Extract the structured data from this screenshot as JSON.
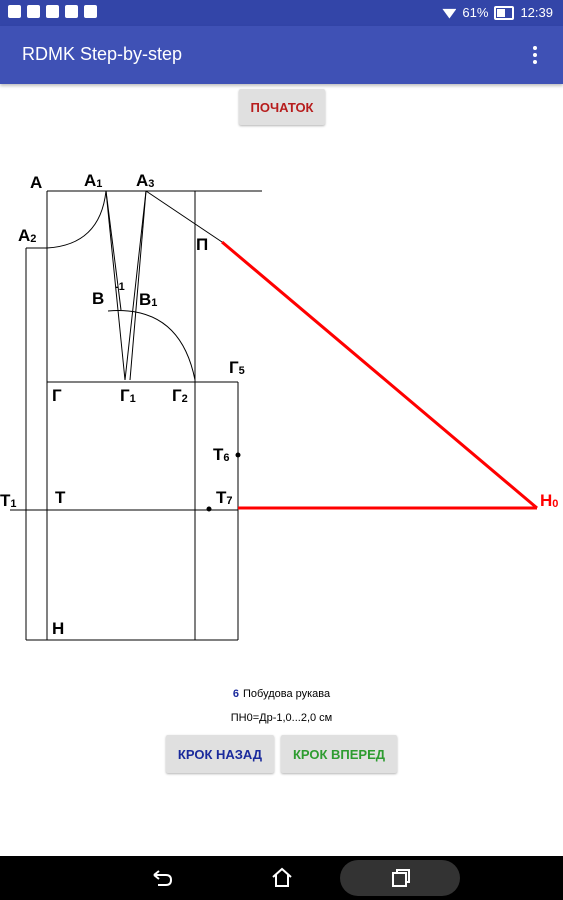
{
  "status_bar": {
    "battery": "61%",
    "time": "12:39"
  },
  "app_bar": {
    "title": "RDMK Step-by-step",
    "menu_icon": "more-vert-icon"
  },
  "buttons": {
    "start": "ПОЧАТОК",
    "back": "КРОК НАЗАД",
    "forward": "КРОК ВПЕРЕД"
  },
  "diagram": {
    "labels": {
      "A": "А",
      "A1": "А",
      "A1_sub": "1",
      "A3": "А",
      "A3_sub": "3",
      "A2": "А",
      "A2_sub": "2",
      "P": "П",
      "V": "В",
      "V1": "В",
      "V1_sub": "1",
      "minus1": "-1",
      "G5": "Г",
      "G5_sub": "5",
      "G": "Г",
      "G1": "Г",
      "G1_sub": "1",
      "G2": "Г",
      "G2_sub": "2",
      "T6": "Т",
      "T6_sub": "6",
      "T1": "Т",
      "T1_sub": "1",
      "T": "Т",
      "T7": "Т",
      "T7_sub": "7",
      "H0": "Н",
      "H0_sub": "0",
      "H": "Н"
    }
  },
  "step": {
    "number": "6",
    "title": "Побудова рукава",
    "formula": "ПН0=Др-1,0...2,0 см"
  },
  "colors": {
    "appbar": "#3f51b5",
    "statusbar": "#3345a8",
    "accent_red": "#ff0000"
  }
}
